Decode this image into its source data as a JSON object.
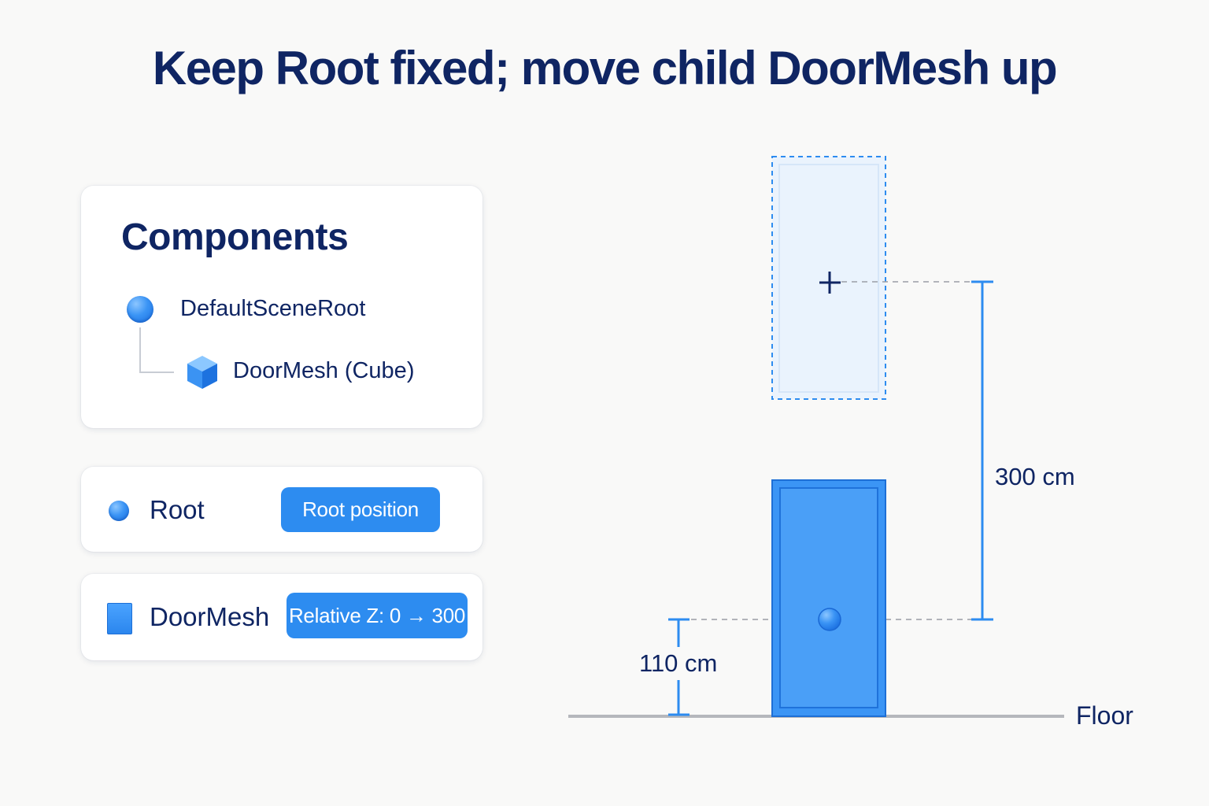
{
  "title": "Keep Root fixed; move child DoorMesh up",
  "components_panel": {
    "heading": "Components",
    "tree": [
      {
        "label": "DefaultSceneRoot",
        "icon": "sphere-icon"
      },
      {
        "label": "DoorMesh (Cube)",
        "icon": "cube-icon"
      }
    ]
  },
  "root_row": {
    "label": "Root",
    "icon": "sphere-icon",
    "pill": "Root position"
  },
  "doormesh_row": {
    "label": "DoorMesh",
    "icon": "rectangle-icon",
    "pill": "Relative Z: 0 → 300"
  },
  "diagram": {
    "offset_label": "300 cm",
    "root_height_label": "110 cm",
    "floor_label": "Floor"
  },
  "colors": {
    "accent": "#2d8cf0",
    "title": "#0f2563",
    "ghost_fill": "#eaf3fd",
    "floor": "#b5b7bc"
  }
}
